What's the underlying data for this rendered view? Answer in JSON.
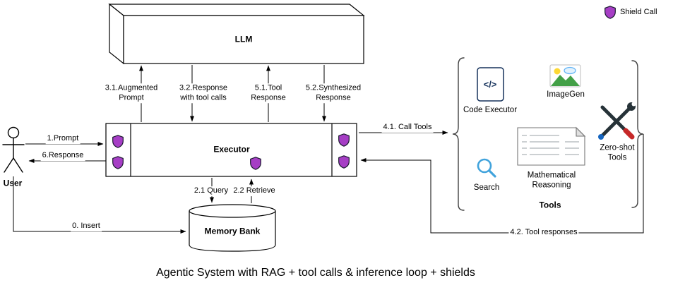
{
  "title": "Agentic System with RAG + tool calls & inference loop + shields",
  "legend": {
    "shield": "Shield Call"
  },
  "nodes": {
    "llm": "LLM",
    "executor": "Executor",
    "user": "User",
    "memory_bank": "Memory Bank"
  },
  "edges": {
    "prompt": "1.Prompt",
    "response": "6.Response",
    "insert": "0. Insert",
    "query": "2.1 Query",
    "retrieve": "2.2 Retrieve",
    "augmented_prompt": "3.1.Augmented\nPrompt",
    "response_tool_calls": "3.2.Response\nwith tool calls",
    "tool_response": "5.1.Tool\nResponse",
    "synthesized_response": "5.2.Synthesized\nResponse",
    "call_tools": "4.1. Call Tools",
    "tool_responses": "4.2. Tool responses"
  },
  "tools": {
    "group_label": "Tools",
    "code_executor": "Code Executor",
    "code_glyph": "</>",
    "imagegen": "ImageGen",
    "search": "Search",
    "math_reasoning": "Mathematical\nReasoning",
    "zero_shot": "Zero-shot\nTools"
  },
  "colors": {
    "shield": "#A63EC5",
    "shield_outline": "#1A1A2E",
    "search_blue": "#41A3DC",
    "imagegen_green": "#43A047",
    "sun_yellow": "#FDD835",
    "stroke": "#000000"
  }
}
